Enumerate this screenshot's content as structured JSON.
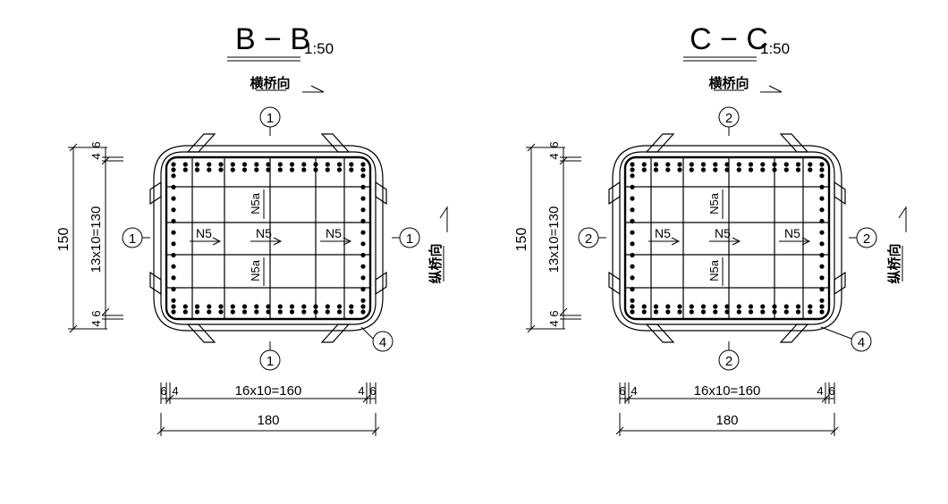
{
  "sections": [
    {
      "id": "b",
      "title": "B − B",
      "scale": "1:50",
      "transverse_label": "横桥向",
      "longitudinal_label": "纵桥向",
      "overall_height": "150",
      "row_spacing": "13x10=130",
      "top_dims": [
        "4",
        "6"
      ],
      "bottom_dims": [
        "6",
        "4"
      ],
      "col_spacing": "16x10=160",
      "edge_dims": [
        "6",
        "4",
        "4",
        "6"
      ],
      "overall_width": "180",
      "tie_h": "N5",
      "tie_v": "N5a",
      "callout_side": "1",
      "callout_corner": "4"
    },
    {
      "id": "c",
      "title": "C − C",
      "scale": "1:50",
      "transverse_label": "横桥向",
      "longitudinal_label": "纵桥向",
      "overall_height": "150",
      "row_spacing": "13x10=130",
      "top_dims": [
        "4",
        "6"
      ],
      "bottom_dims": [
        "6",
        "4"
      ],
      "col_spacing": "16x10=160",
      "edge_dims": [
        "6",
        "4",
        "4",
        "6"
      ],
      "overall_width": "180",
      "tie_h": "N5",
      "tie_v": "N5a",
      "callout_side": "2",
      "callout_corner": "4"
    }
  ]
}
